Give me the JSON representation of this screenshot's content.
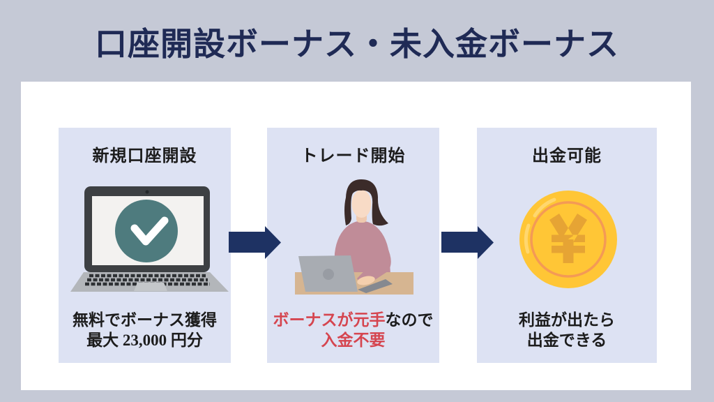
{
  "page": {
    "title": "口座開設ボーナス・未入金ボーナス"
  },
  "colors": {
    "background": "#c5c9d6",
    "panel": "#ffffff",
    "card": "#dde2f3",
    "title_navy": "#1f2a55",
    "navy": "#1e3263",
    "text": "#1c1c1c",
    "accent_red": "#d5454f",
    "teal": "#4e7b7e",
    "coin_gold": "#ffc636",
    "coin_ring": "#f49a55",
    "coin_yen": "#e6a434"
  },
  "illustration": {
    "laptop_frame": "#3d4043",
    "laptop_screen": "#f3f2f0",
    "laptop_base": "#b3b6ba",
    "hair": "#3b2b29",
    "skin": "#f8dbc6",
    "sweater": "#c08c98",
    "desk": "#d6b591",
    "laptop_gray": "#a8acb2"
  },
  "steps": [
    {
      "header": "新規口座開設",
      "icon": "laptop-check",
      "caption_lines": [
        {
          "segments": [
            {
              "text": "無料でボーナス獲得",
              "color": "#1c1c1c"
            }
          ]
        },
        {
          "segments": [
            {
              "text": "最大 23,000 円分",
              "color": "#1c1c1c"
            }
          ]
        }
      ]
    },
    {
      "header": "トレード開始",
      "icon": "trader-at-laptop",
      "caption_lines": [
        {
          "segments": [
            {
              "text": "ボーナスが元手",
              "color": "#d5454f"
            },
            {
              "text": "なので",
              "color": "#1c1c1c"
            }
          ]
        },
        {
          "segments": [
            {
              "text": "入金不要",
              "color": "#d5454f"
            }
          ]
        }
      ]
    },
    {
      "header": "出金可能",
      "icon": "yen-coin",
      "caption_lines": [
        {
          "segments": [
            {
              "text": "利益が出たら",
              "color": "#1c1c1c"
            }
          ]
        },
        {
          "segments": [
            {
              "text": "出金できる",
              "color": "#1c1c1c"
            }
          ]
        }
      ]
    }
  ]
}
